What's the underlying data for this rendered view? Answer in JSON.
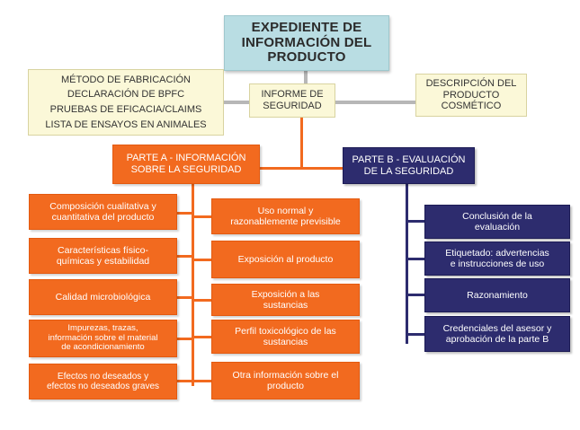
{
  "title": [
    "EXPEDIENTE DE",
    "INFORMACIÓN DEL",
    "PRODUCTO"
  ],
  "left_list": [
    "MÉTODO DE FABRICACIÓN",
    "DECLARACIÓN DE BPFC",
    "PRUEBAS DE EFICACIA/CLAIMS",
    "LISTA DE ENSAYOS EN ANIMALES"
  ],
  "informe": [
    "INFORME DE",
    "SEGURIDAD"
  ],
  "descripcion": [
    "DESCRIPCIÓN DEL",
    "PRODUCTO",
    "COSMÉTICO"
  ],
  "parte_a": [
    "PARTE A -  INFORMACIÓN",
    "SOBRE LA SEGURIDAD"
  ],
  "parte_b": [
    "PARTE B - EVALUACIÓN",
    "DE LA SEGURIDAD"
  ],
  "a_left": [
    [
      "Composición cualitativa y",
      "cuantitativa del producto"
    ],
    [
      "Características físico-",
      "químicas y estabilidad"
    ],
    [
      "Calidad microbiológica"
    ],
    [
      "Impurezas, trazas,",
      "información sobre el material",
      "de acondicionamiento"
    ],
    [
      "Efectos no deseados  y",
      "efectos no deseados graves"
    ]
  ],
  "a_right": [
    [
      "Uso normal y",
      "razonablemente previsible"
    ],
    [
      "Exposición al producto"
    ],
    [
      "Exposición  a las",
      "sustancias"
    ],
    [
      "Perfil toxicológico de las",
      "sustancias"
    ],
    [
      "Otra información sobre el",
      "producto"
    ]
  ],
  "b_items": [
    [
      "Conclusión de la",
      "evaluación"
    ],
    [
      "Etiquetado: advertencias",
      "e instrucciones de uso"
    ],
    [
      "Razonamiento"
    ],
    [
      "Credenciales del asesor y",
      "aprobación de la parte B"
    ]
  ],
  "colors": {
    "orange": "#f26a1f",
    "navy": "#2d2c6e",
    "title_bg": "#b9dde3",
    "cream": "#fbf8d8",
    "connector_gray": "#b7b7b7"
  }
}
